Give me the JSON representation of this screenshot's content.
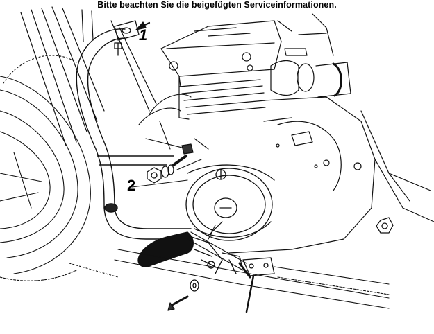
{
  "caption": "Bitte beachten Sie die beigefügten Serviceinformationen.",
  "callouts": [
    {
      "label": "1"
    },
    {
      "label": "2"
    }
  ],
  "colors": {
    "ink": "#000000",
    "paper": "#ffffff"
  }
}
